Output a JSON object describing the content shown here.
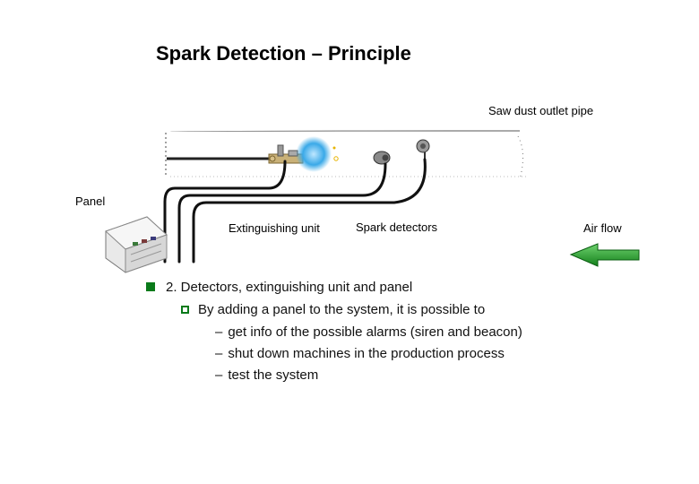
{
  "title": "Spark Detection – Principle",
  "labels": {
    "pipe": "Saw dust outlet pipe",
    "panel": "Panel",
    "extinguishing": "Extinguishing unit",
    "spark": "Spark detectors",
    "airflow": "Air flow"
  },
  "bullets": {
    "level1": "2. Detectors, extinguishing unit and panel",
    "level2": "By adding a panel to the system, it is possible to",
    "level3": [
      "get info of the possible alarms (siren and beacon)",
      "shut down machines in the production process",
      "test the system"
    ],
    "dash": "–"
  },
  "colors": {
    "bullet": "#0a7a1a",
    "arrow_fill": "#1a9a22",
    "glow": "#3aa9e8"
  },
  "icons": [
    "square-bullet-icon",
    "hollow-square-bullet-icon",
    "left-arrow-icon"
  ]
}
